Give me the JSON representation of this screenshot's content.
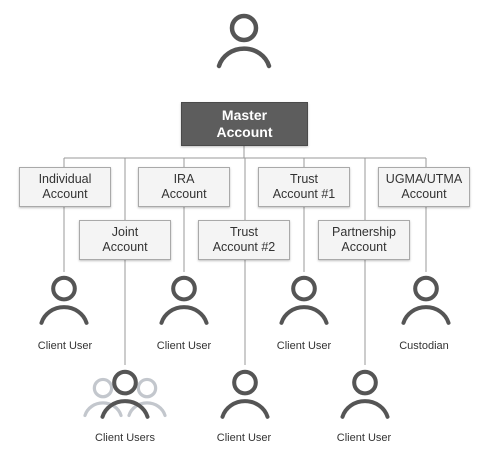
{
  "colors": {
    "icon": "#555555",
    "icon_faded": "#c3c7cd",
    "line": "#999999",
    "box_fill": "#f4f4f4",
    "box_border": "#a9a9a9",
    "master_fill": "#5d5d5d"
  },
  "master": {
    "line1": "Master",
    "line2": "Account",
    "icon": "user-icon"
  },
  "accounts": [
    {
      "id": "individual",
      "line1": "Individual",
      "line2": "Account",
      "user_label": "Client User",
      "icon": "user-icon"
    },
    {
      "id": "joint",
      "line1": "Joint",
      "line2": "Account",
      "user_label": "Client Users",
      "icon": "user-group-icon"
    },
    {
      "id": "ira",
      "line1": "IRA",
      "line2": "Account",
      "user_label": "Client User",
      "icon": "user-icon"
    },
    {
      "id": "trust2",
      "line1": "Trust",
      "line2": "Account #2",
      "user_label": "Client User",
      "icon": "user-icon"
    },
    {
      "id": "trust1",
      "line1": "Trust",
      "line2": "Account #1",
      "user_label": "Client User",
      "icon": "user-icon"
    },
    {
      "id": "partnership",
      "line1": "Partnership",
      "line2": "Account",
      "user_label": "Client User",
      "icon": "user-icon"
    },
    {
      "id": "ugma",
      "line1": "UGMA/UTMA",
      "line2": "Account",
      "user_label": "Custodian",
      "icon": "user-icon"
    }
  ]
}
